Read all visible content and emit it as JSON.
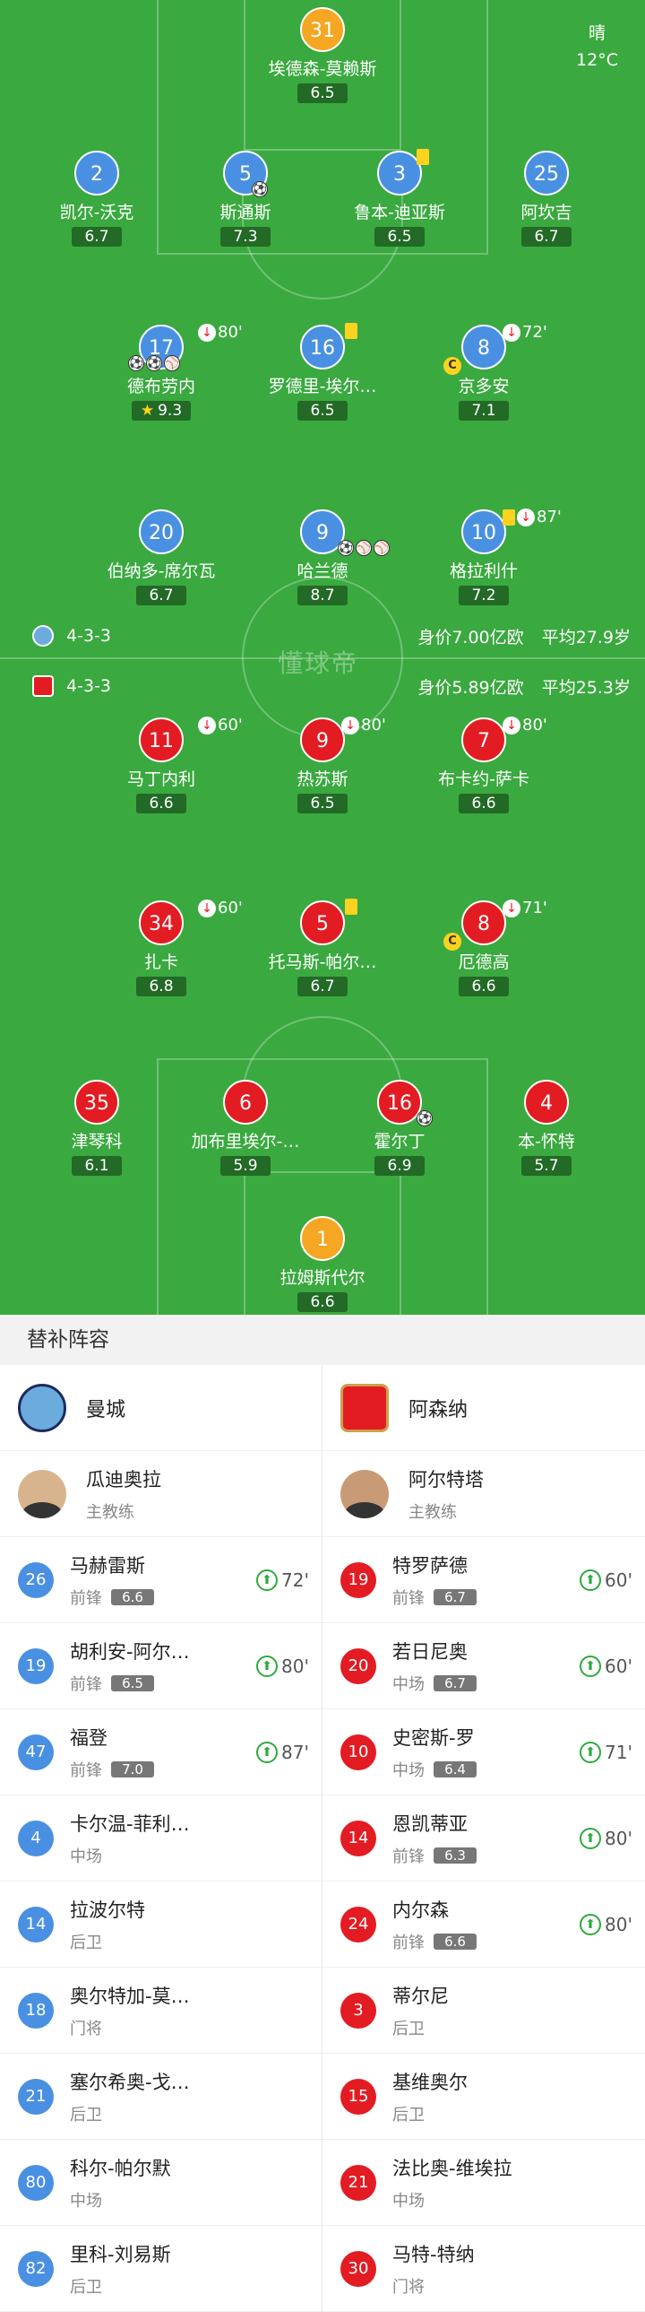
{
  "weather": {
    "condition": "晴",
    "temp": "12°C"
  },
  "watermark": "懂球帝",
  "home": {
    "formation": "4-3-3",
    "value": "身价7.00亿欧",
    "avg_age": "平均27.9岁",
    "color": "#4a90e2",
    "players": [
      {
        "id": "h1",
        "num": "31",
        "name": "埃德森-莫赖斯",
        "rating": "6.5"
      },
      {
        "id": "h2",
        "num": "2",
        "name": "凯尔-沃克",
        "rating": "6.7"
      },
      {
        "id": "h3",
        "num": "5",
        "name": "斯通斯",
        "rating": "7.3"
      },
      {
        "id": "h4",
        "num": "3",
        "name": "鲁本-迪亚斯",
        "rating": "6.5"
      },
      {
        "id": "h5",
        "num": "25",
        "name": "阿坎吉",
        "rating": "6.7"
      },
      {
        "id": "h6",
        "num": "17",
        "name": "德布劳内",
        "rating": "9.3",
        "sub_min": "80'"
      },
      {
        "id": "h7",
        "num": "16",
        "name": "罗德里-埃尔…",
        "rating": "6.5"
      },
      {
        "id": "h8",
        "num": "8",
        "name": "京多安",
        "rating": "7.1",
        "sub_min": "72'"
      },
      {
        "id": "h9",
        "num": "20",
        "name": "伯纳多-席尔瓦",
        "rating": "6.7"
      },
      {
        "id": "h10",
        "num": "9",
        "name": "哈兰德",
        "rating": "8.7"
      },
      {
        "id": "h11",
        "num": "10",
        "name": "格拉利什",
        "rating": "7.2",
        "sub_min": "87'"
      }
    ]
  },
  "away": {
    "formation": "4-3-3",
    "value": "身价5.89亿欧",
    "avg_age": "平均25.3岁",
    "color": "#e31b23",
    "players": [
      {
        "id": "a1",
        "num": "11",
        "name": "马丁内利",
        "rating": "6.6",
        "sub_min": "60'"
      },
      {
        "id": "a2",
        "num": "9",
        "name": "热苏斯",
        "rating": "6.5",
        "sub_min": "80'"
      },
      {
        "id": "a3",
        "num": "7",
        "name": "布卡约-萨卡",
        "rating": "6.6",
        "sub_min": "80'"
      },
      {
        "id": "a4",
        "num": "34",
        "name": "扎卡",
        "rating": "6.8",
        "sub_min": "60'"
      },
      {
        "id": "a5",
        "num": "5",
        "name": "托马斯-帕尔…",
        "rating": "6.7"
      },
      {
        "id": "a6",
        "num": "8",
        "name": "厄德高",
        "rating": "6.6",
        "sub_min": "71'"
      },
      {
        "id": "a7",
        "num": "35",
        "name": "津琴科",
        "rating": "6.1"
      },
      {
        "id": "a8",
        "num": "6",
        "name": "加布里埃尔-…",
        "rating": "5.9"
      },
      {
        "id": "a9",
        "num": "16",
        "name": "霍尔丁",
        "rating": "6.9"
      },
      {
        "id": "a10",
        "num": "4",
        "name": "本-怀特",
        "rating": "5.7"
      },
      {
        "id": "a11",
        "num": "1",
        "name": "拉姆斯代尔",
        "rating": "6.6"
      }
    ]
  },
  "subs": {
    "title": "替补阵容",
    "home": {
      "team": "曼城",
      "coach": {
        "name": "瓜迪奥拉",
        "role": "主教练"
      },
      "list": [
        {
          "num": "26",
          "name": "马赫雷斯",
          "pos": "前锋",
          "rating": "6.6",
          "in": "72'"
        },
        {
          "num": "19",
          "name": "胡利安-阿尔…",
          "pos": "前锋",
          "rating": "6.5",
          "in": "80'"
        },
        {
          "num": "47",
          "name": "福登",
          "pos": "前锋",
          "rating": "7.0",
          "in": "87'"
        },
        {
          "num": "4",
          "name": "卡尔温-菲利…",
          "pos": "中场"
        },
        {
          "num": "14",
          "name": "拉波尔特",
          "pos": "后卫"
        },
        {
          "num": "18",
          "name": "奥尔特加-莫…",
          "pos": "门将"
        },
        {
          "num": "21",
          "name": "塞尔希奥-戈…",
          "pos": "后卫"
        },
        {
          "num": "80",
          "name": "科尔-帕尔默",
          "pos": "中场"
        },
        {
          "num": "82",
          "name": "里科-刘易斯",
          "pos": "后卫"
        }
      ]
    },
    "away": {
      "team": "阿森纳",
      "coach": {
        "name": "阿尔特塔",
        "role": "主教练"
      },
      "list": [
        {
          "num": "19",
          "name": "特罗萨德",
          "pos": "前锋",
          "rating": "6.7",
          "in": "60'"
        },
        {
          "num": "20",
          "name": "若日尼奥",
          "pos": "中场",
          "rating": "6.7",
          "in": "60'"
        },
        {
          "num": "10",
          "name": "史密斯-罗",
          "pos": "中场",
          "rating": "6.4",
          "in": "71'"
        },
        {
          "num": "14",
          "name": "恩凯蒂亚",
          "pos": "前锋",
          "rating": "6.3",
          "in": "80'"
        },
        {
          "num": "24",
          "name": "内尔森",
          "pos": "前锋",
          "rating": "6.6",
          "in": "80'"
        },
        {
          "num": "3",
          "name": "蒂尔尼",
          "pos": "后卫"
        },
        {
          "num": "15",
          "name": "基维奥尔",
          "pos": "后卫"
        },
        {
          "num": "21",
          "name": "法比奥-维埃拉",
          "pos": "中场"
        },
        {
          "num": "30",
          "name": "马特-特纳",
          "pos": "门将"
        }
      ]
    }
  }
}
